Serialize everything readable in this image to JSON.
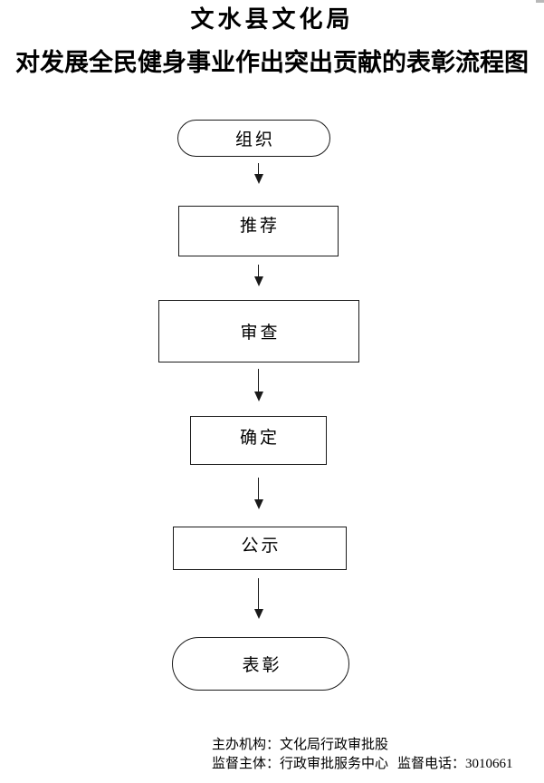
{
  "header": {
    "title": "文水县文化局",
    "subtitle": "对发展全民健身事业作出突出贡献的表彰流程图"
  },
  "flowchart": {
    "nodes": [
      {
        "label": "组织",
        "shape": "stadium"
      },
      {
        "label": "推荐",
        "shape": "rectangle"
      },
      {
        "label": "审查",
        "shape": "rectangle"
      },
      {
        "label": "确定",
        "shape": "rectangle"
      },
      {
        "label": "公示",
        "shape": "rectangle"
      },
      {
        "label": "表彰",
        "shape": "stadium"
      }
    ],
    "connector": "down-arrow"
  },
  "footer": {
    "organizer": "主办机构：文化局行政审批股",
    "supervisor": "监督主体：行政审批服务中心",
    "phone": "监督电话：3010661"
  },
  "colors": {
    "ink": "#000000",
    "background": "#ffffff",
    "border": "#1a1a1a"
  }
}
